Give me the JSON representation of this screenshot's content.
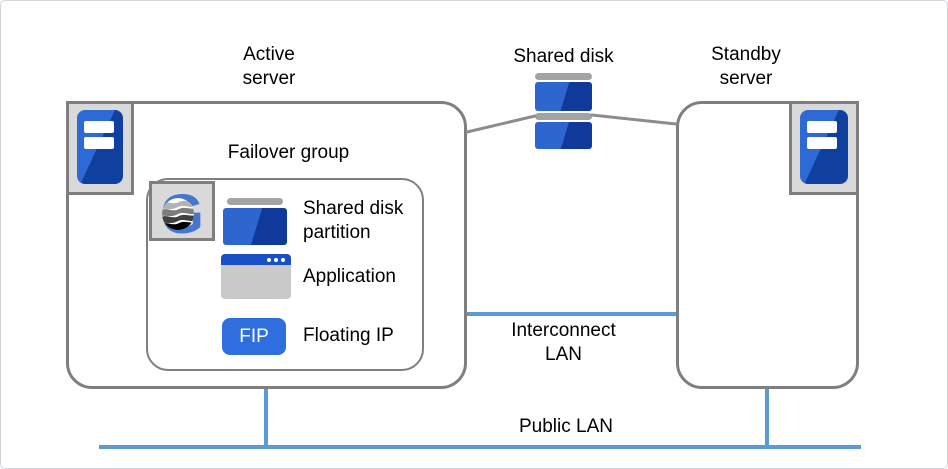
{
  "diagram": {
    "active_server_label": "Active\nserver",
    "shared_disk_label": "Shared disk",
    "standby_server_label": "Standby\nserver",
    "failover_group_label": "Failover group",
    "failover_items": [
      {
        "icon": "shared-disk-partition-icon",
        "label": "Shared disk\npartition"
      },
      {
        "icon": "application-icon",
        "label": "Application"
      },
      {
        "icon": "floating-ip-badge",
        "badge": "FIP",
        "label": "Floating IP"
      }
    ],
    "interconnect_lan_label": "Interconnect\nLAN",
    "public_lan_label": "Public LAN",
    "colors": {
      "server_blue_light": "#2e6ad6",
      "server_blue_dark": "#10409f",
      "fip_blue": "#2e6ede",
      "app_titlebar_blue": "#1b4fc5",
      "lan_line_blue": "#5b9bd5",
      "box_border_gray": "#7f7f7f",
      "icon_panel_gray": "#d9d9d9",
      "connector_gray": "#8c8c8c"
    }
  }
}
